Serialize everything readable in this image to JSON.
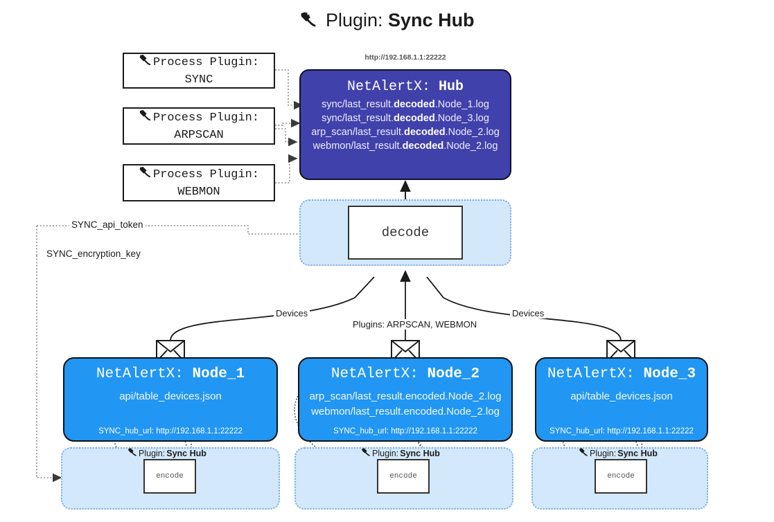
{
  "title": {
    "icon": "plug-icon",
    "lead": "Plugin:",
    "bold": "Sync Hub"
  },
  "process_plugins": [
    {
      "icon": "plug-icon",
      "label": "Process Plugin:",
      "name": "SYNC"
    },
    {
      "icon": "plug-icon",
      "label": "Process Plugin:",
      "name": "ARPSCAN"
    },
    {
      "icon": "plug-icon",
      "label": "Process Plugin:",
      "name": "WEBMON"
    }
  ],
  "hub": {
    "url": "http://192.168.1.1:22222",
    "prefix": "NetAlertX:",
    "name": "Hub",
    "logs": [
      {
        "pre": "sync/last_result.",
        "em": "decoded",
        "post": ".Node_1.log"
      },
      {
        "pre": "sync/last_result.",
        "em": "decoded",
        "post": ".Node_3.log"
      },
      {
        "pre": "arp_scan/last_result.",
        "em": "decoded",
        "post": ".Node_2.log"
      },
      {
        "pre": "webmon/last_result.",
        "em": "decoded",
        "post": ".Node_2.log"
      }
    ]
  },
  "decode": {
    "label": "decode"
  },
  "settings": {
    "api_token": "SYNC_api_token",
    "encryption_key": "SYNC_encryption_key"
  },
  "edge_labels": {
    "devices_left": "Devices",
    "devices_right": "Devices",
    "plugins_center": "Plugins: ARPSCAN, WEBMON"
  },
  "nodes": [
    {
      "prefix": "NetAlertX:",
      "name": "Node_1",
      "lines": [
        "api/table_devices.json"
      ],
      "footer": "SYNC_hub_url: http://192.168.1.1:22222"
    },
    {
      "prefix": "NetAlertX:",
      "name": "Node_2",
      "lines": [
        "arp_scan/last_result.encoded.Node_2.log",
        "webmon/last_result.encoded.Node_2.log"
      ],
      "footer": "SYNC_hub_url: http://192.168.1.1:22222"
    },
    {
      "prefix": "NetAlertX:",
      "name": "Node_3",
      "lines": [
        "api/table_devices.json"
      ],
      "footer": "SYNC_hub_url: http://192.168.1.1:22222"
    }
  ],
  "encoders": [
    {
      "icon": "plug-icon",
      "lead": "Plugin:",
      "bold": "Sync Hub",
      "box": "encode"
    },
    {
      "icon": "plug-icon",
      "lead": "Plugin:",
      "bold": "Sync Hub",
      "box": "encode"
    },
    {
      "icon": "plug-icon",
      "lead": "Plugin:",
      "bold": "Sync Hub",
      "box": "encode"
    }
  ],
  "colors": {
    "hub_fill": "#4141ab",
    "node_fill": "#2196f3",
    "panel_fill": "#d4e8fb",
    "panel_border": "#7aaede",
    "stroke": "#1b1b1b"
  }
}
